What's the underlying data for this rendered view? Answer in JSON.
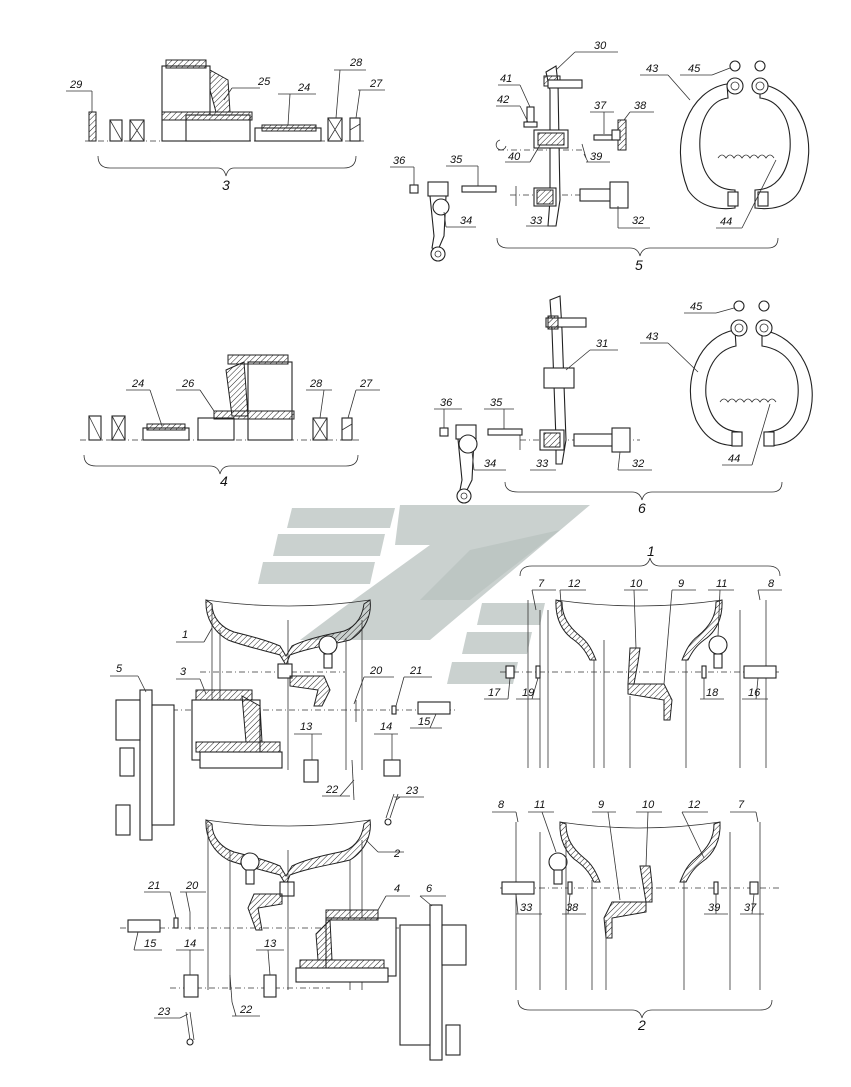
{
  "figure": {
    "group_labels": [
      "3",
      "4",
      "5",
      "6",
      "1",
      "2"
    ],
    "part_labels": {
      "g3": [
        "29",
        "25",
        "24",
        "28",
        "27"
      ],
      "g5": [
        "30",
        "41",
        "42",
        "40",
        "36",
        "35",
        "34",
        "33",
        "32",
        "37",
        "38",
        "39",
        "43",
        "45",
        "44"
      ],
      "g4": [
        "24",
        "26",
        "28",
        "27"
      ],
      "g6": [
        "31",
        "36",
        "35",
        "34",
        "33",
        "32",
        "43",
        "45",
        "44"
      ],
      "asmL": [
        "1",
        "5",
        "3",
        "20",
        "21",
        "15",
        "13",
        "14",
        "22",
        "23",
        "2",
        "4",
        "6",
        "21",
        "20",
        "15",
        "14",
        "13",
        "22",
        "23"
      ],
      "asmR1": [
        "7",
        "12",
        "10",
        "9",
        "11",
        "8",
        "17",
        "19",
        "18",
        "16"
      ],
      "asmR2": [
        "8",
        "11",
        "9",
        "10",
        "12",
        "7",
        "33",
        "38",
        "39",
        "37"
      ]
    }
  },
  "colors": {
    "line": "#222222",
    "watermark": "#b8c2bf"
  }
}
